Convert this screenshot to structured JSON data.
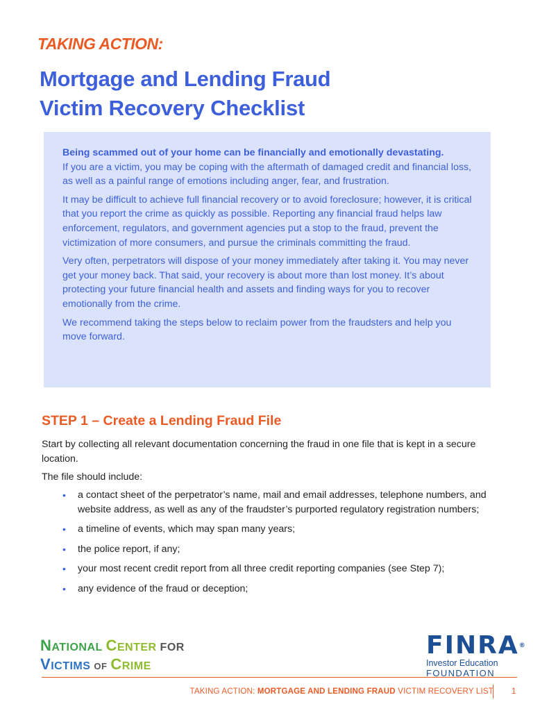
{
  "header": {
    "kicker": "TAKING ACTION:",
    "title": "Mortgage and Lending Fraud",
    "subtitle": "Victim Recovery Checklist"
  },
  "intro": {
    "lead": "Being scammed out of your home can be financially and emotionally devastating.",
    "p1": "If you are a victim, you may be coping with the aftermath of damaged credit and financial loss, as well as a painful range of emotions including anger, fear, and frustration.",
    "p2": "It may be difficult to achieve full financial recovery or to avoid foreclosure; however, it is critical that you report the crime as quickly as possible. Reporting any financial fraud helps law enforcement, regulators, and government agencies put a stop to the fraud, prevent the victimization of more consumers, and pursue the criminals committing the fraud.",
    "p3": "Very often, perpetrators will dispose of your money immediately after taking it. You may never get your money back. That said, your recovery is about more than lost money. It’s about protecting your future financial health and assets and finding ways for you to recover emotionally from the crime.",
    "p4": "We recommend taking the steps below to reclaim power from the fraudsters and help you move forward."
  },
  "step1": {
    "heading": "STEP 1 – Create a Lending Fraud File",
    "p1": "Start by collecting all relevant documentation concerning the fraud in one file that is kept in a secure location.",
    "p2": "The file should include:",
    "bullet_glyph": "•",
    "bullets": [
      "a contact sheet of the perpetrator’s name, mail and email addresses, telephone numbers, and website address, as well as any of the fraudster’s purported regulatory registration numbers;",
      "a timeline of events, which may span many years;",
      "the police report, if any;",
      "your most recent credit report from all three credit reporting companies (see Step 7);",
      "any evidence of the fraud or deception;"
    ]
  },
  "logos": {
    "ncvc": {
      "n": "N",
      "ational": "ATIONAL",
      "c": "C",
      "enter": "ENTER",
      "for": "FOR",
      "v": "V",
      "ictims": "ICTIMS",
      "of": "OF",
      "c2": "C",
      "rime": "RIME"
    },
    "finra": {
      "mark": "FINRA",
      "reg": "®",
      "line1": "Investor Education",
      "line2": "FOUNDATION"
    }
  },
  "footer": {
    "prefix": "TAKING ACTION: ",
    "bold": "MORTGAGE AND LENDING FRAUD",
    "suffix": " VICTIM RECOVERY LIST",
    "page": "1"
  },
  "colors": {
    "accent_orange": "#ec5a24",
    "accent_blue": "#3d5fdb",
    "box_fill": "#dbe2fb",
    "finra_blue": "#1d4f95"
  }
}
